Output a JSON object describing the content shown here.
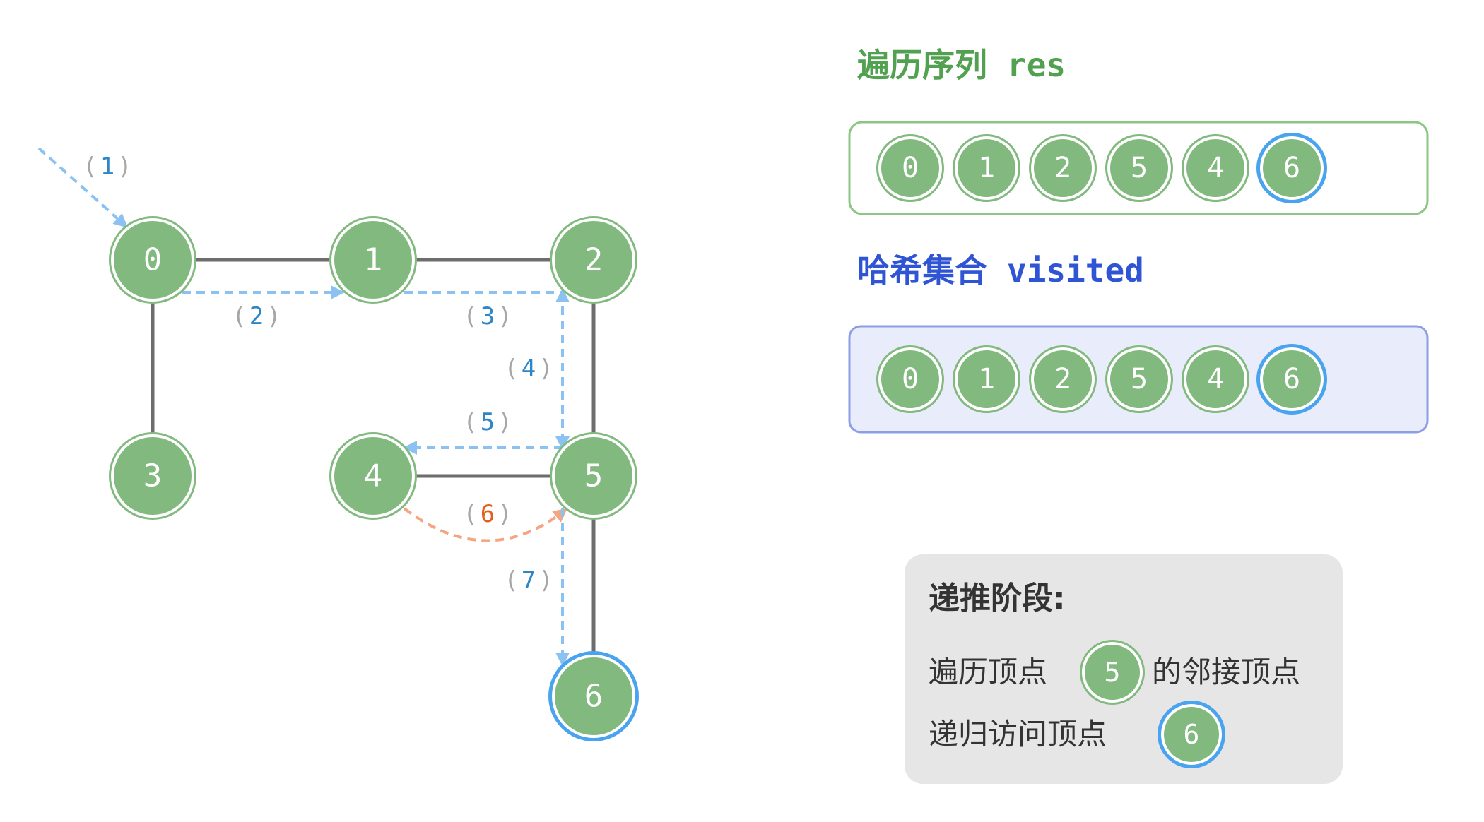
{
  "graph": {
    "nodes": [
      {
        "id": "0",
        "label": "0",
        "current": false
      },
      {
        "id": "1",
        "label": "1",
        "current": false
      },
      {
        "id": "2",
        "label": "2",
        "current": false
      },
      {
        "id": "3",
        "label": "3",
        "current": false
      },
      {
        "id": "4",
        "label": "4",
        "current": false
      },
      {
        "id": "5",
        "label": "5",
        "current": false
      },
      {
        "id": "6",
        "label": "6",
        "current": true
      }
    ],
    "edges": [
      [
        "0",
        "1"
      ],
      [
        "1",
        "2"
      ],
      [
        "0",
        "3"
      ],
      [
        "2",
        "5"
      ],
      [
        "4",
        "5"
      ],
      [
        "5",
        "6"
      ]
    ],
    "steps": [
      {
        "label": "(1)",
        "num": "1",
        "from": "",
        "to": "0",
        "color": "blue"
      },
      {
        "label": "(2)",
        "num": "2",
        "from": "0",
        "to": "1",
        "color": "blue"
      },
      {
        "label": "(3)",
        "num": "3",
        "from": "1",
        "to": "2",
        "color": "blue"
      },
      {
        "label": "(4)",
        "num": "4",
        "from": "2",
        "to": "5",
        "color": "blue"
      },
      {
        "label": "(5)",
        "num": "5",
        "from": "5",
        "to": "4",
        "color": "blue"
      },
      {
        "label": "(6)",
        "num": "6",
        "from": "4",
        "to": "5",
        "color": "orange"
      },
      {
        "label": "(7)",
        "num": "7",
        "from": "5",
        "to": "6",
        "color": "blue"
      }
    ]
  },
  "res": {
    "title_cn": "遍历序列",
    "title_code": "res",
    "items": [
      "0",
      "1",
      "2",
      "5",
      "4",
      "6"
    ],
    "highlight_last": true
  },
  "visited": {
    "title_cn": "哈希集合",
    "title_code": "visited",
    "items": [
      "0",
      "1",
      "2",
      "5",
      "4",
      "6"
    ],
    "highlight_last": true
  },
  "note": {
    "heading": "递推阶段:",
    "line1_pre": "遍历顶点",
    "line1_node": "5",
    "line1_post": "的邻接顶点",
    "line2_pre": "递归访问顶点",
    "line2_node": "6"
  },
  "colors": {
    "node_fill": "#82b97e",
    "node_ring": "#ffffff",
    "node_outline": "#82b97e",
    "highlight_ring": "#4aa3ef",
    "edge": "#6d6d6d",
    "arrow_blue": "#8cc2f2",
    "arrow_orange": "#f4a582",
    "step_blue": "#2e86c7",
    "step_orange": "#e2601b",
    "paren": "#a7a7a7",
    "res_title": "#52a150",
    "visited_title": "#2f55d4",
    "res_box_border": "#8cc684",
    "visited_box_fill": "#e9edfb",
    "visited_box_border": "#8b9ee6",
    "note_bg": "#e6e6e6",
    "note_text": "#333333"
  }
}
